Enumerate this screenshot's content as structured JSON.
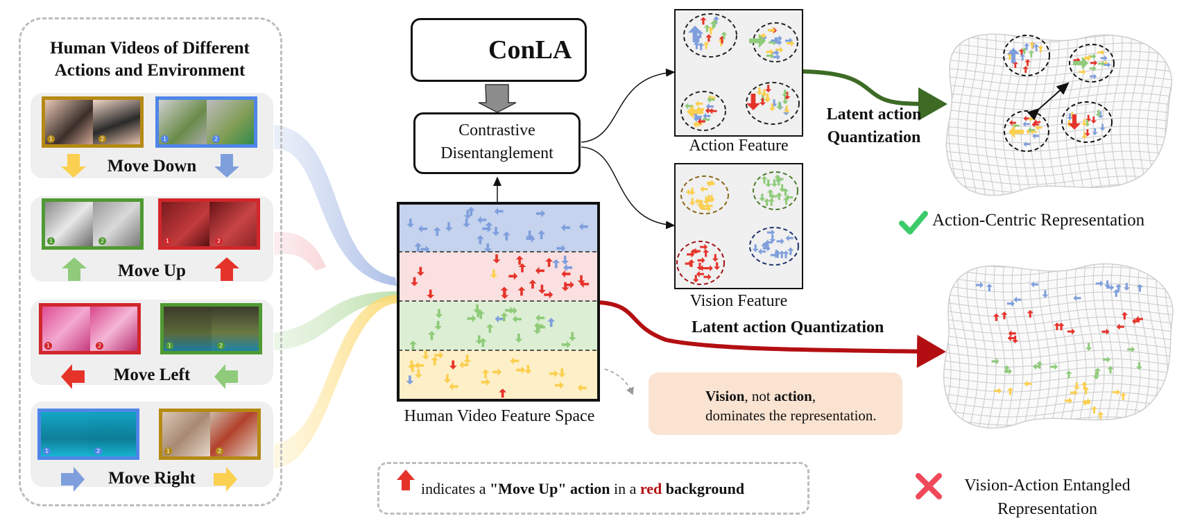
{
  "left_title_line1": "Human Videos of Different",
  "left_title_line2": "Actions and Environment",
  "groups": [
    {
      "label": "Move Down"
    },
    {
      "label": "Move Up"
    },
    {
      "label": "Move Left"
    },
    {
      "label": "Move Right"
    }
  ],
  "conla_title": "ConLA",
  "contrastive_line1": "Contrastive",
  "contrastive_line2": "Disentanglement",
  "feature_space_caption": "Human Video Feature Space",
  "action_feature_caption": "Action Feature",
  "vision_feature_caption": "Vision Feature",
  "latent_top_line1": "Latent action",
  "latent_top_line2": "Quantization",
  "latent_bottom": "Latent action Quantization",
  "action_centric": "Action-Centric Representation",
  "entangled_line1": "Vision-Action Entangled",
  "entangled_line2": "Representation",
  "callout_bold1": "Vision",
  "callout_text1": ", not ",
  "callout_bold2": "action",
  "callout_text2": ",",
  "callout_line2": "dominates the representation.",
  "legend_text1": "indicates a ",
  "legend_bold1": "\"Move Up\" action",
  "legend_text2": " in a ",
  "legend_red": "red",
  "legend_bold2": " background",
  "colors": {
    "blue": "#7f9fdc",
    "red": "#e5332a",
    "green": "#8fcb7a",
    "yellow": "#fbcf4f",
    "band_blue": "#c5d3ee",
    "band_red": "#fae0e0",
    "band_green": "#dcefd4",
    "band_yellow": "#fdefc7",
    "dark_green": "#3d6b25",
    "dark_red": "#b30f12",
    "check_green": "#3ccb6a",
    "cross_red": "#f04a5a"
  }
}
